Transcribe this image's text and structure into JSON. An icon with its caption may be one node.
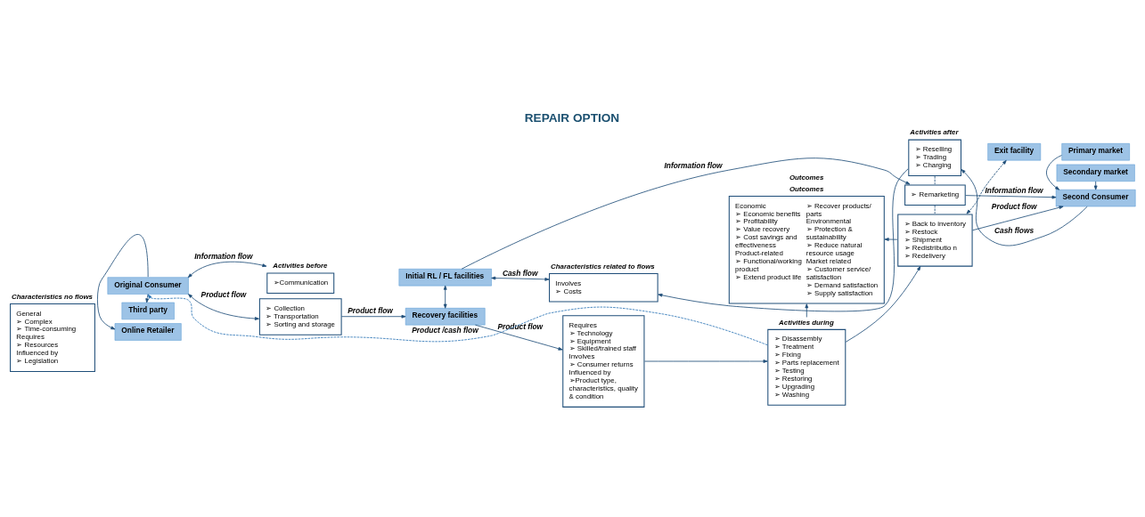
{
  "diagram": {
    "title": "REPAIR OPTION",
    "nodes": [
      {
        "text": [
          "General",
          "➢ Complex",
          "➢ Time-consuming",
          "Requires",
          "➢ Resources",
          "Influenced by",
          "➢ Legislation"
        ],
        "beside": [
          "Characteristics no flows"
        ]
      },
      {
        "text": [
          "Online Retailer"
        ]
      },
      {
        "text": [
          "Original Consumer"
        ]
      },
      {
        "text": [
          "Third party"
        ]
      },
      {
        "text": [
          "➢Communication"
        ],
        "beside": [
          "Activities before"
        ]
      },
      {
        "text": [
          "➢ Collection",
          "➢ Transportation",
          "➢ Sorting and storage"
        ]
      },
      {
        "text": [
          "Initial RL / FL facilities"
        ]
      },
      {
        "text": [
          "Recovery facilities"
        ]
      },
      {
        "text": [
          "Involves",
          "➢ Costs"
        ],
        "beside": [
          "Characteristics related to flows"
        ]
      },
      {
        "text": [
          "Requires",
          "➢ Technology",
          "➢ Equipment",
          "➢ Skilled/trained staff",
          "Involves",
          "➢ Consumer returns",
          "Influenced by",
          "➢Product type, characteristics, quality & condition"
        ]
      },
      {
        "text": [
          "➢ Disassembly",
          "➢ Treatment",
          "➢ Fixing",
          "➢ Parts replacement",
          "➢ Testing",
          "➢ Restoring",
          "➢ Upgrading",
          "➢ Washing"
        ],
        "beside": [
          "Activities during"
        ]
      },
      {
        "text": [
          "➢ Reselling",
          "➢ Trading",
          "➢ Charging"
        ],
        "beside": [
          "Activities after"
        ]
      },
      {
        "text": [
          "➢ Remarketing"
        ]
      },
      {
        "text": [
          "➢ Back to inventory",
          "➢ Restock",
          "➢ Shipment",
          "➢ Redistributio n",
          "➢ Redelivery"
        ]
      },
      {
        "text": [
          "Exit facility"
        ]
      },
      {
        "text": [
          "Primary market"
        ]
      },
      {
        "text": [
          "Second Consumer"
        ]
      },
      {
        "text": [
          "Secondary market"
        ]
      },
      {
        "text": [
          "Economic",
          "➢ Economic benefits",
          "➢ Profitability",
          "➢ Value recovery",
          "➢ Cost savings and effectiveness",
          "Product-related",
          "➢ Functional/working product",
          "➢ Extend product life",
          "➢ Recover products/ parts",
          "Environmental",
          "➢ Protection & sustainability",
          "➢ Reduce natural resource usage",
          "Market related",
          "➢ Customer service/ satisfaction",
          "➢ Demand satisfaction",
          "➢ Supply satisfaction"
        ],
        "beside": [
          "Outcomes",
          "Outcomes"
        ]
      }
    ],
    "edges": [
      {
        "from": 2,
        "to": 1,
        "arrow": "to"
      },
      {
        "from": 2,
        "to": 3,
        "arrow": "to"
      },
      {
        "from": 2,
        "to": 4,
        "arrow": "both",
        "label": "Information flow"
      },
      {
        "from": 2,
        "to": 5,
        "arrow": "both",
        "label": "Product flow"
      },
      {
        "from": 6,
        "to": 7,
        "arrow": "both"
      },
      {
        "from": 5,
        "to": 7,
        "arrow": "to",
        "label": "Product flow"
      },
      {
        "from": 6,
        "to": 8,
        "arrow": "both",
        "label": "Cash flow"
      },
      {
        "from": 6,
        "to": 12,
        "arrow": "to",
        "label": "Information flow"
      },
      {
        "from": 7,
        "to": 9,
        "arrow": "to",
        "label": "Product flow"
      },
      {
        "from": 11,
        "to": 8,
        "arrow": "to"
      },
      {
        "from": 9,
        "to": 10,
        "arrow": "to"
      },
      {
        "from": 10,
        "to": 13,
        "arrow": "to"
      },
      {
        "from": 11,
        "to": 12,
        "arrow": "none",
        "style": "dashed"
      },
      {
        "from": 12,
        "to": 13,
        "arrow": "none",
        "style": "dashed"
      },
      {
        "from": 16,
        "to": 11,
        "arrow": "to",
        "label": "Cash flows"
      },
      {
        "from": 12,
        "to": 16,
        "arrow": "to",
        "label": "Information flow"
      },
      {
        "from": 13,
        "to": 16,
        "arrow": "to",
        "label": "Product flow"
      },
      {
        "from": 14,
        "to": 13,
        "arrow": "both",
        "style": "dashed"
      },
      {
        "from": 15,
        "to": 16,
        "arrow": "to"
      },
      {
        "from": 17,
        "to": 16,
        "arrow": "to"
      },
      {
        "from": 10,
        "to": 18,
        "arrow": "to"
      },
      {
        "from": 13,
        "to": 18,
        "arrow": "to"
      },
      {
        "from": 10,
        "to": 2,
        "arrow": "to",
        "style": "dashed",
        "color": "#2e75b6",
        "label": "Product /cash flow"
      }
    ]
  }
}
